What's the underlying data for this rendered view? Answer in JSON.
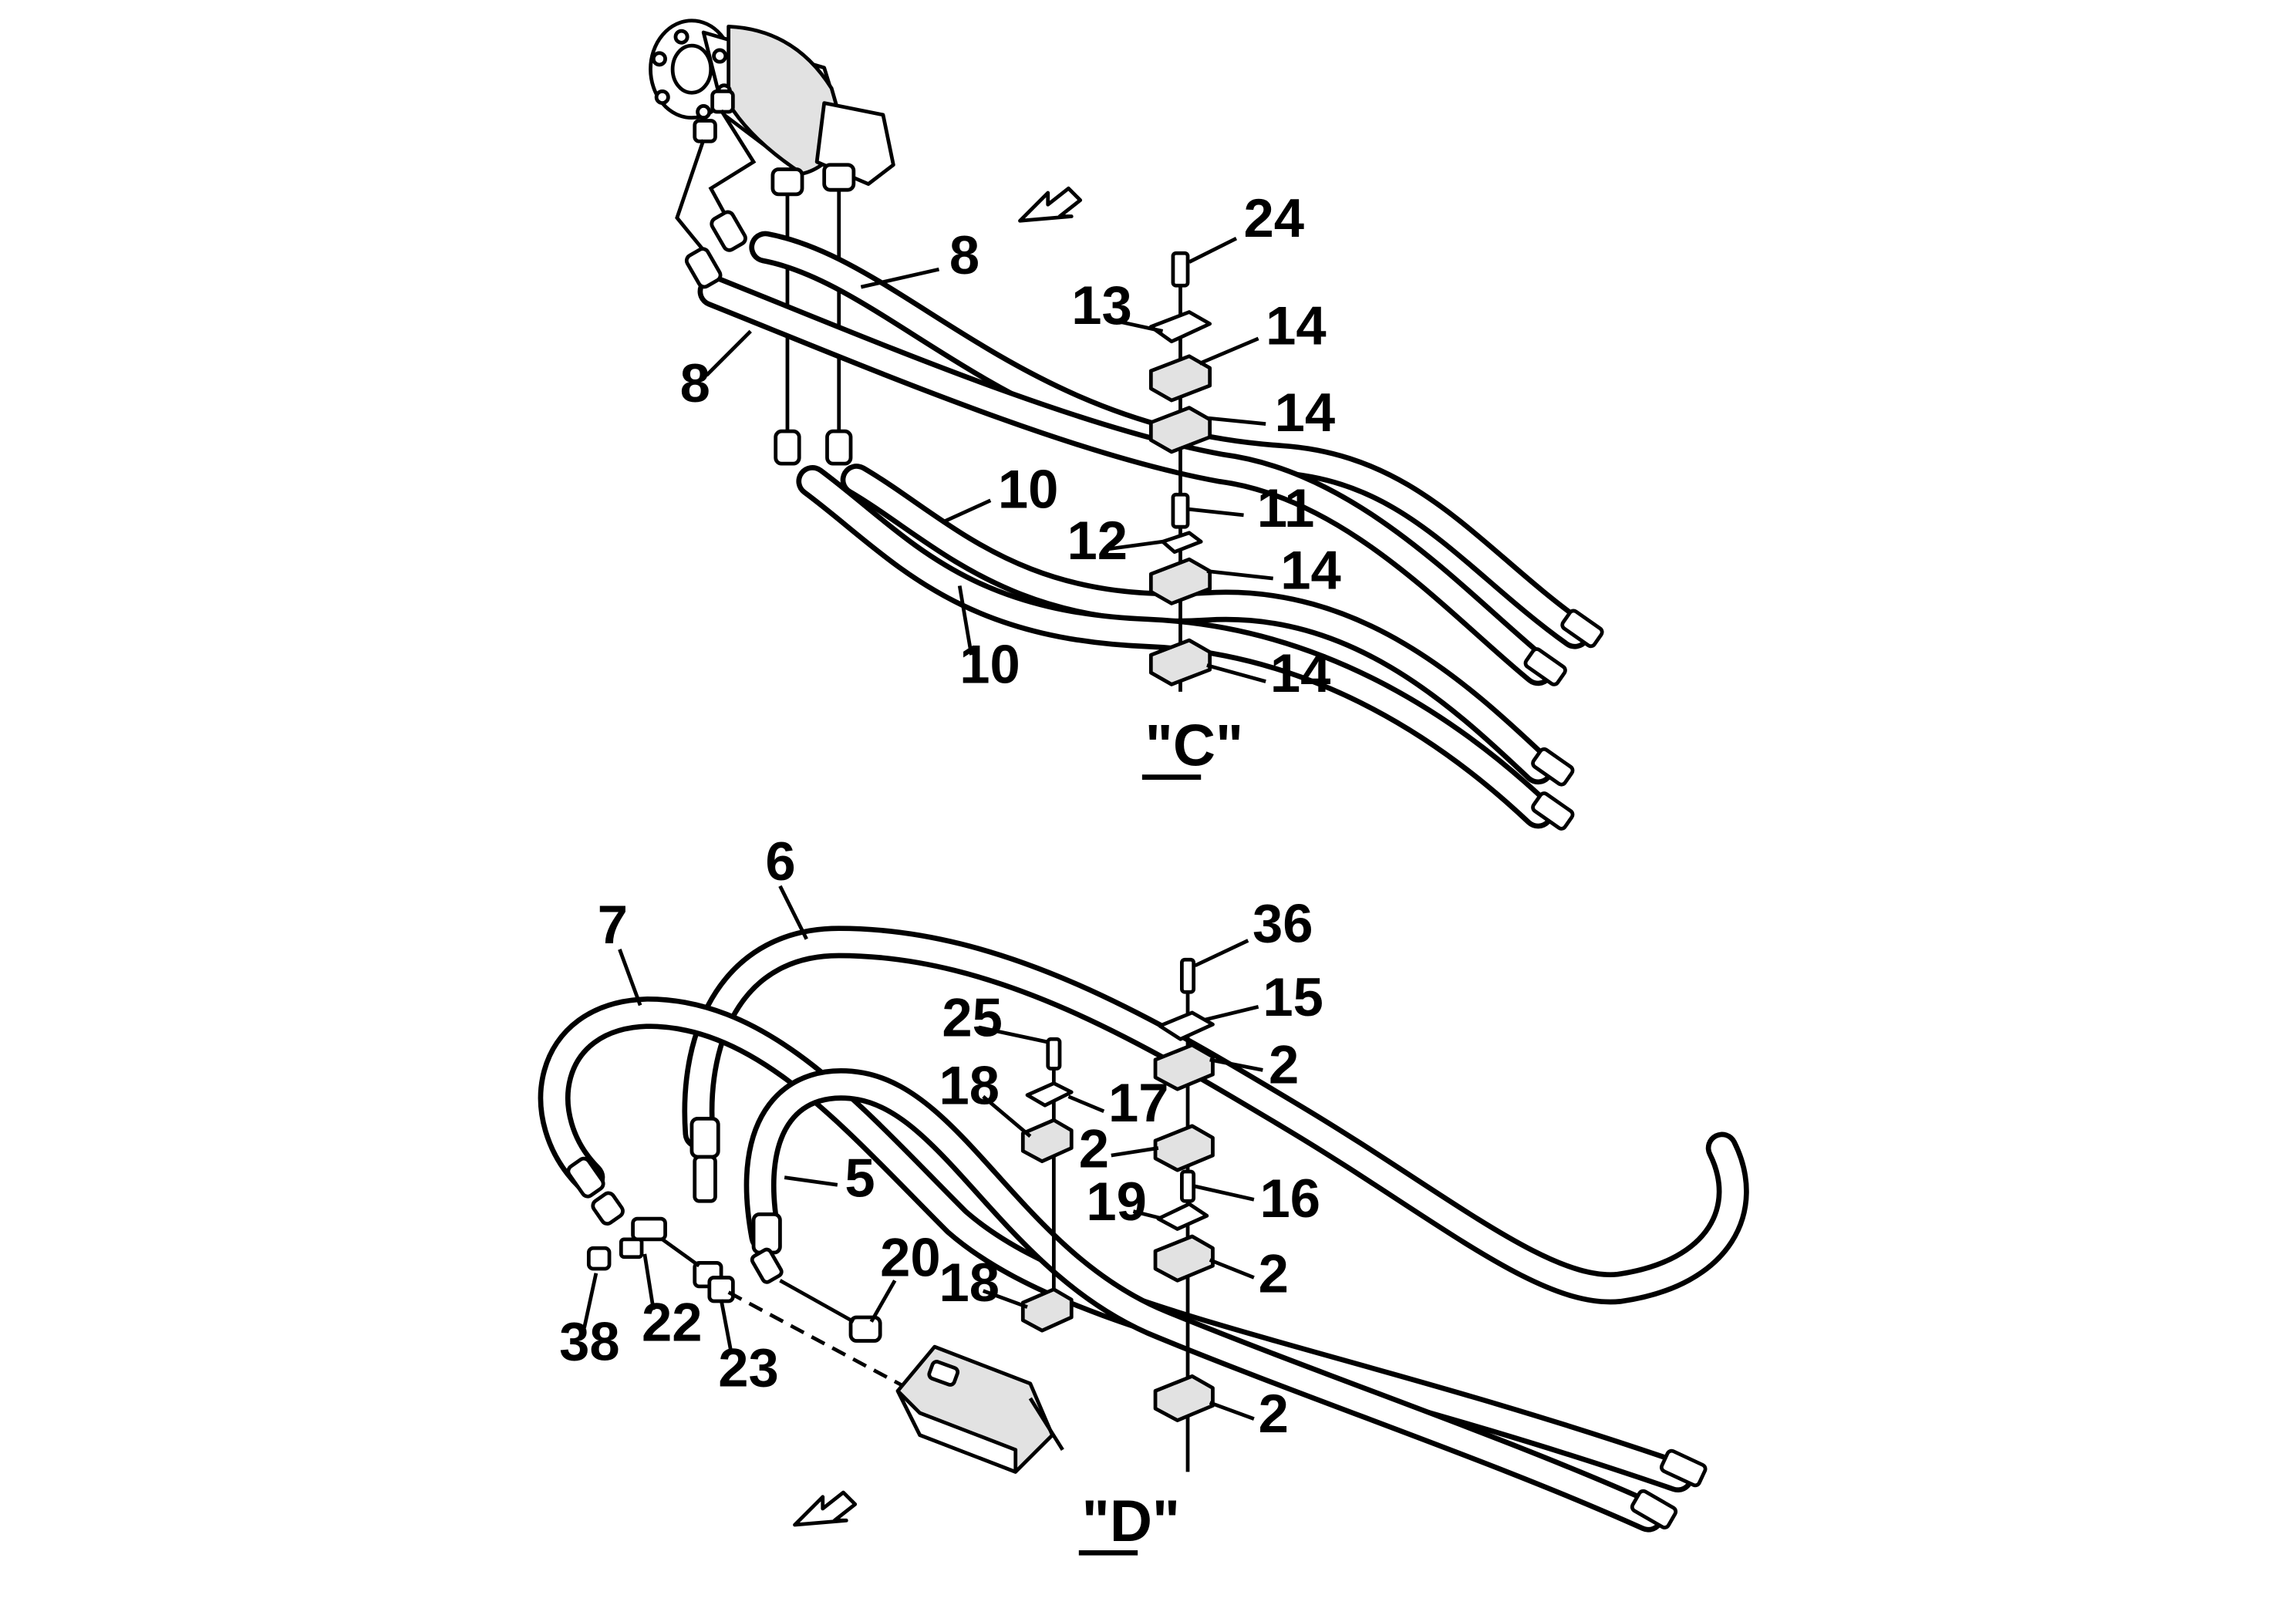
{
  "views": {
    "c": {
      "label": "\"C\""
    },
    "d": {
      "label": "\"D\""
    }
  },
  "callouts_c": [
    "24",
    "13",
    "14",
    "14",
    "8",
    "8",
    "11",
    "10",
    "12",
    "14",
    "10",
    "14"
  ],
  "callouts_d": [
    "6",
    "36",
    "7",
    "15",
    "25",
    "2",
    "18",
    "17",
    "2",
    "5",
    "16",
    "19",
    "2",
    "20",
    "18",
    "22",
    "38",
    "23",
    "2"
  ],
  "icons": {
    "arrow": "direction-arrow-icon",
    "motor": "hydraulic-motor-icon",
    "pump": "hydraulic-pump-icon"
  }
}
